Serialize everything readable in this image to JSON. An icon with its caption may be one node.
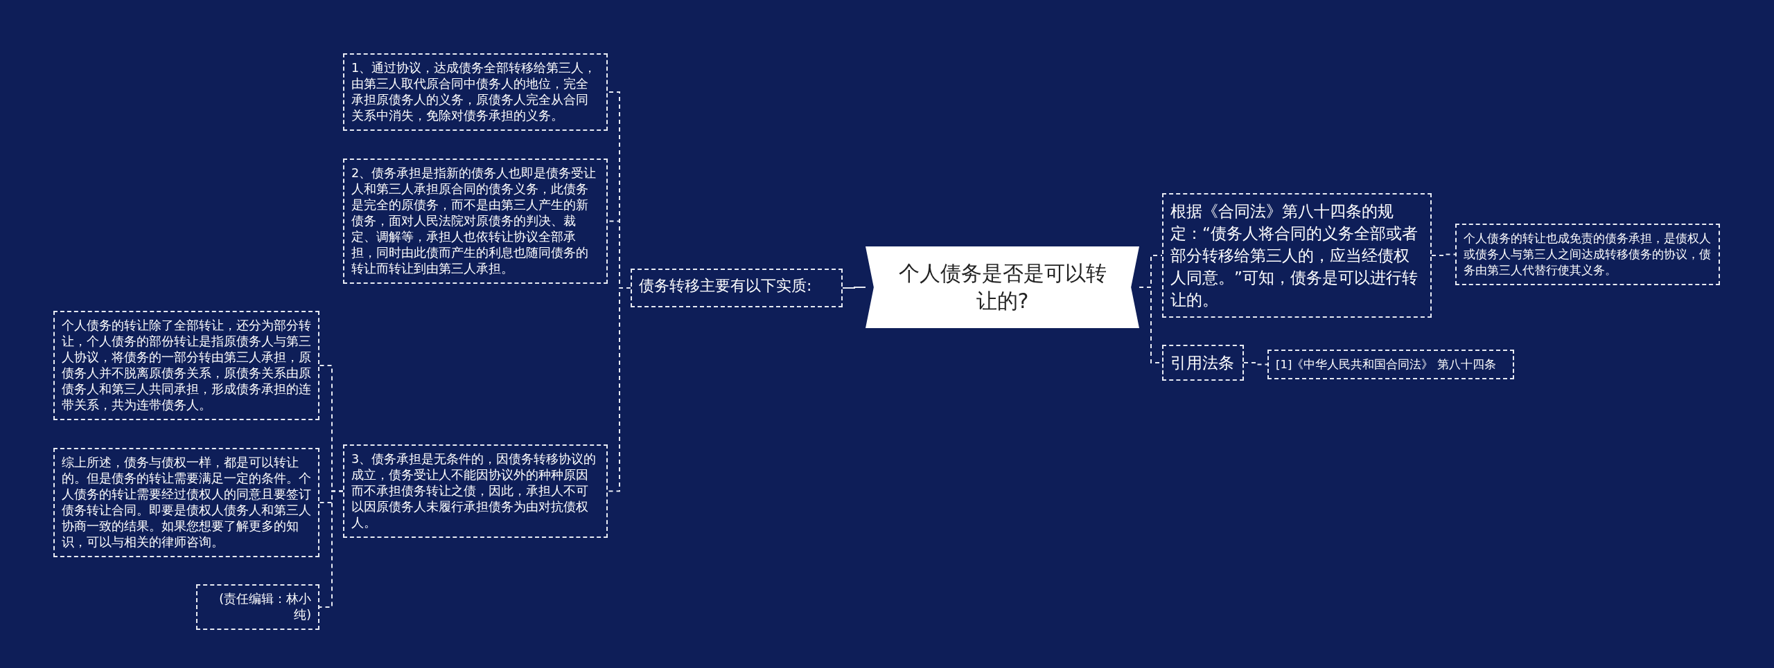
{
  "diagram": {
    "nodes": [
      {
        "text": [
          "个人债务是否是可以转让的?"
        ]
      },
      {
        "text": [
          "债务转移主要有以下实质:"
        ]
      },
      {
        "text": [
          "1、通过协议，达成债务全部转移给第三人，由第三人取代原合同中债务人的地位，完全承担原债务人的义务，原债务人完全从合同关系中消失，免除对债务承担的义务。"
        ]
      },
      {
        "text": [
          "2、债务承担是指新的债务人也即是债务受让人和第三人承担原合同的债务义务，此债务是完全的原债务，而不是由第三人产生的新债务，面对人民法院对原债务的判决、裁定、调解等，承担人也依转让协议全部承担，同时由此债而产生的利息也随同债务的转让而转让到由第三人承担。"
        ]
      },
      {
        "text": [
          "3、债务承担是无条件的，因债务转移协议的成立，债务受让人不能因协议外的种种原因而不承担债务转让之债，因此，承担人不可以因原债务人未履行承担债务为由对抗债权人。"
        ]
      },
      {
        "text": [
          "个人债务的转让除了全部转让，还分为部分转让，个人债务的部份转让是指原债务人与第三人协议，将债务的一部分转由第三人承担，原债务人并不脱离原债务关系，原债务关系由原债务人和第三人共同承担，形成债务承担的连带关系，共为连带债务人。"
        ]
      },
      {
        "text": [
          "综上所述，债务与债权一样，都是可以转让的。但是债务的转让需要满足一定的条件。个人债务的转让需要经过债权人的同意且要签订债务转让合同。即要是债权人债务人和第三人协商一致的结果。如果您想要了解更多的知识，可以与相关的律师咨询。"
        ]
      },
      {
        "text": [
          "(责任编辑：林小纯)"
        ]
      },
      {
        "text": [
          "根据《合同法》第八十四条的规定：“债务人将合同的义务全部或者部分转移给第三人的，应当经债权人同意。”可知，债务是可以进行转让的。"
        ]
      },
      {
        "text": [
          "个人债务的转让也成免责的债务承担，是债权人或债务人与第三人之间达成转移债务的协议，债务由第三人代替行使其义务。"
        ]
      },
      {
        "text": [
          "引用法条"
        ]
      },
      {
        "text": [
          "[1]《中华人民共和国合同法》 第八十四条"
        ]
      }
    ],
    "edges": [
      {
        "from": 0,
        "to": 1,
        "arrow": "none"
      },
      {
        "from": 1,
        "to": 2,
        "arrow": "none",
        "style": "dashed"
      },
      {
        "from": 1,
        "to": 3,
        "arrow": "none",
        "style": "dashed"
      },
      {
        "from": 1,
        "to": 4,
        "arrow": "none",
        "style": "dashed"
      },
      {
        "from": 4,
        "to": 5,
        "arrow": "none",
        "style": "dashed"
      },
      {
        "from": 4,
        "to": 6,
        "arrow": "none",
        "style": "dashed"
      },
      {
        "from": 4,
        "to": 7,
        "arrow": "none",
        "style": "dashed"
      },
      {
        "from": 0,
        "to": 8,
        "arrow": "none",
        "style": "dashed"
      },
      {
        "from": 0,
        "to": 10,
        "arrow": "none",
        "style": "dashed"
      },
      {
        "from": 8,
        "to": 9,
        "arrow": "none",
        "style": "dashed"
      },
      {
        "from": 10,
        "to": 11,
        "arrow": "none",
        "style": "dashed"
      }
    ]
  }
}
